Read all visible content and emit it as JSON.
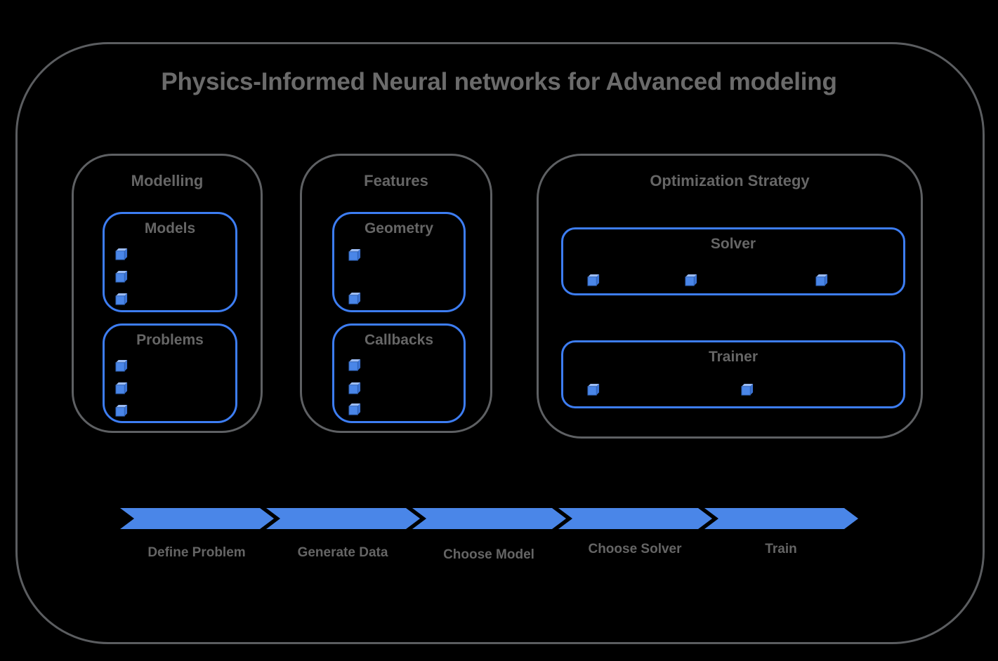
{
  "title": "Physics-Informed Neural networks for Advanced modeling",
  "sections": [
    {
      "label": "Modelling",
      "boxes": [
        {
          "label": "Models",
          "item_count": 3
        },
        {
          "label": "Problems",
          "item_count": 3
        }
      ]
    },
    {
      "label": "Features",
      "boxes": [
        {
          "label": "Geometry",
          "item_count": 2
        },
        {
          "label": "Callbacks",
          "item_count": 3
        }
      ]
    },
    {
      "label": "Optimization Strategy",
      "boxes": [
        {
          "label": "Solver",
          "item_count": 3
        },
        {
          "label": "Trainer",
          "item_count": 2
        }
      ]
    }
  ],
  "pipeline_steps": [
    {
      "label": "Define Problem"
    },
    {
      "label": "Generate Data"
    },
    {
      "label": "Choose Model"
    },
    {
      "label": "Choose Solver"
    },
    {
      "label": "Train"
    }
  ],
  "colors": {
    "background": "#000000",
    "frame_gray": "#5b5d60",
    "text_gray": "#666666",
    "box_border_blue": "#3d7df2",
    "arrow_blue": "#4a86e8",
    "cube_front": "#4a86e8",
    "cube_top": "#9cbcf4",
    "cube_side": "#3a71d1"
  }
}
